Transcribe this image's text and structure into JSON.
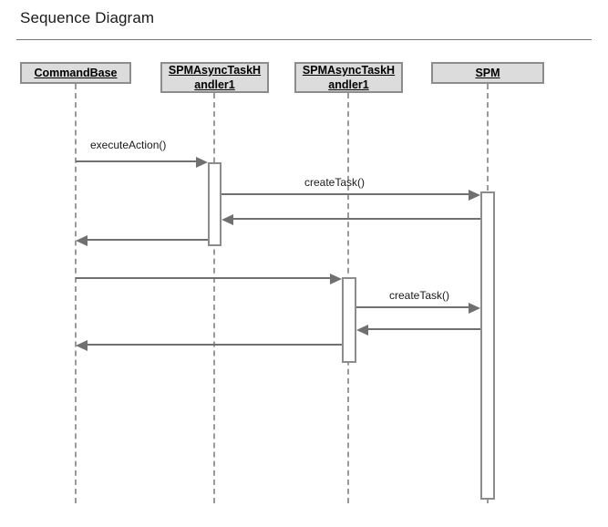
{
  "diagram": {
    "title": "Sequence Diagram",
    "type": "sequence-diagram",
    "colors": {
      "lifeline_head_fill": "#dcdcdc",
      "lifeline_head_border": "#8c8c8c",
      "lifeline_line": "#9a9a9a",
      "activation_fill": "#ffffff",
      "activation_border": "#8c8c8c",
      "message_line": "#707070",
      "title_text": "#1a1a1a",
      "rule": "#777777"
    },
    "lifelines": [
      {
        "id": "commandbase",
        "label": "CommandBase"
      },
      {
        "id": "handler-a",
        "label": "SPMAsyncTaskHandler1"
      },
      {
        "id": "handler-b",
        "label": "SPMAsyncTaskHandler1"
      },
      {
        "id": "spm",
        "label": "SPM"
      }
    ],
    "messages": [
      {
        "id": "m1",
        "label": "executeAction()",
        "from": "commandbase",
        "to": "handler-a",
        "direction": "right",
        "kind": "call"
      },
      {
        "id": "m2",
        "label": "createTask()",
        "from": "handler-a",
        "to": "spm",
        "direction": "right",
        "kind": "call"
      },
      {
        "id": "m3",
        "label": "",
        "from": "spm",
        "to": "handler-a",
        "direction": "left",
        "kind": "return"
      },
      {
        "id": "m4",
        "label": "",
        "from": "handler-a",
        "to": "commandbase",
        "direction": "left",
        "kind": "return"
      },
      {
        "id": "m5",
        "label": "",
        "from": "commandbase",
        "to": "handler-b",
        "direction": "right",
        "kind": "call"
      },
      {
        "id": "m6",
        "label": "createTask()",
        "from": "handler-b",
        "to": "spm",
        "direction": "right",
        "kind": "call"
      },
      {
        "id": "m7",
        "label": "",
        "from": "spm",
        "to": "handler-b",
        "direction": "left",
        "kind": "return"
      },
      {
        "id": "m8",
        "label": "",
        "from": "handler-b",
        "to": "commandbase",
        "direction": "left",
        "kind": "return"
      }
    ]
  }
}
